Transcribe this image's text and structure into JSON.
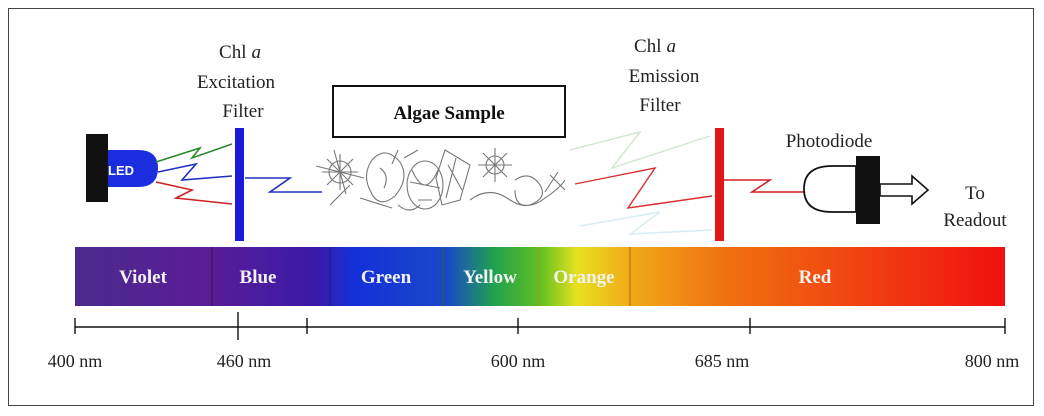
{
  "excitation_filter": {
    "line1": "Chl",
    "italic": "a",
    "line2": "Excitation",
    "line3": "Filter"
  },
  "sample_label": "Algae Sample",
  "emission_filter": {
    "line1": "Chl",
    "italic": "a",
    "line2": "Emission",
    "line3": "Filter"
  },
  "led_label": "LED",
  "photodiode_label": "Photodiode",
  "readout": {
    "line1": "To",
    "line2": "Readout"
  },
  "spectrum_bands": [
    {
      "label": "Violet",
      "color": "#4a2a8a"
    },
    {
      "label": "Blue",
      "color": "#5a1a9a"
    },
    {
      "label": "Green",
      "color": "#1a3ad8"
    },
    {
      "label": "Yellow",
      "color": "#4aa818"
    },
    {
      "label": "Orange",
      "color": "#f0c020"
    },
    {
      "label": "Red",
      "color": "#f04010"
    }
  ],
  "axis_ticks": [
    "400 nm",
    "460 nm",
    "600 nm",
    "685 nm",
    "800 nm"
  ],
  "colors": {
    "excitation_filter": "#1a1ad8",
    "emission_filter": "#e01818",
    "led": "#1a2ee0"
  }
}
